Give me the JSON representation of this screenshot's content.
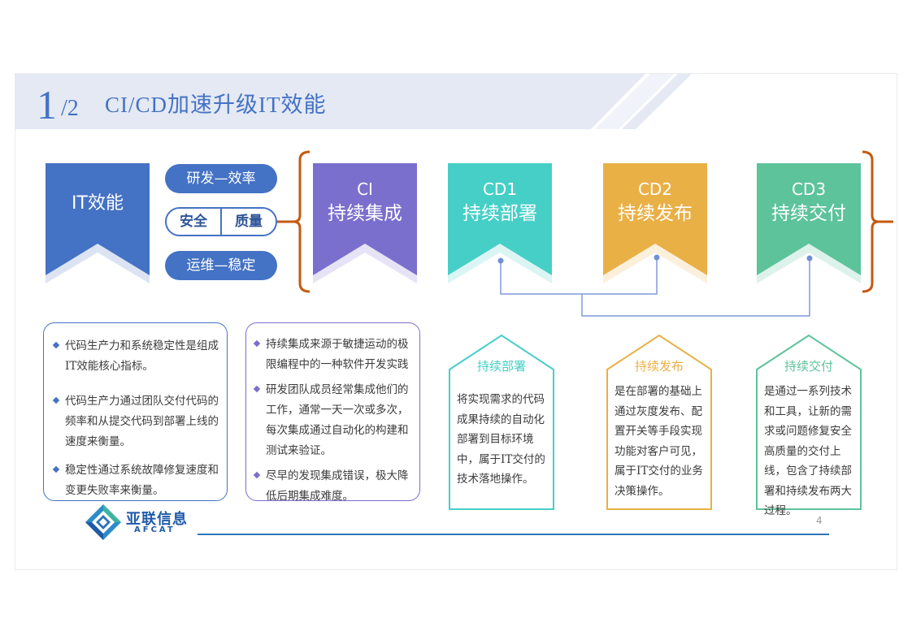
{
  "header": {
    "section_number": "1",
    "section_total": "/2",
    "title": "CI/CD加速升级IT效能"
  },
  "colors": {
    "primary_blue": "#4472c4",
    "ci_purple": "#7a6fcc",
    "cd1_teal": "#45cfc7",
    "cd2_orange": "#e9b046",
    "cd3_green": "#5dc39b",
    "bracket_orange": "#c55a11",
    "header_band": "#e4e9f4",
    "connector": "#7f9cd8"
  },
  "it_banner": {
    "label": "IT效能"
  },
  "pills": {
    "dev": "研发—效率",
    "security": "安全",
    "quality": "质量",
    "ops": "运维—稳定"
  },
  "stages": [
    {
      "code": "CI",
      "label": "持续集成"
    },
    {
      "code": "CD1",
      "label": "持续部署"
    },
    {
      "code": "CD2",
      "label": "持续发布"
    },
    {
      "code": "CD3",
      "label": "持续交付"
    }
  ],
  "it_card": {
    "bullets": [
      "代码生产力和系统稳定性是组成IT效能核心指标。",
      "代码生产力通过团队交付代码的频率和从提交代码到部署上线的速度来衡量。",
      "稳定性通过系统故障修复速度和变更失败率来衡量。"
    ]
  },
  "ci_card": {
    "bullets": [
      "持续集成来源于敏捷运动的极限编程中的一种软件开发实践",
      "研发团队成员经常集成他们的工作，通常一天一次或多次，每次集成通过自动化的构建和测试来验证。",
      "尽早的发现集成错误，极大降低后期集成难度。"
    ]
  },
  "detail_cards": [
    {
      "title": "持续部署",
      "body": "将实现需求的代码成果持续的自动化部署到目标环境中，属于IT交付的技术落地操作。"
    },
    {
      "title": "持续发布",
      "body": "是在部署的基础上通过灰度发布、配置开关等手段实现功能对客户可见，属于IT交付的业务决策操作。"
    },
    {
      "title": "持续交付",
      "body": "是通过一系列技术和工具，让新的需求或问题修复安全高质量的交付上线，包含了持续部署和持续发布两大过程。"
    }
  ],
  "footer": {
    "logo_cn": "亚联信息",
    "logo_en": "AFCAT",
    "page_number": "4"
  }
}
